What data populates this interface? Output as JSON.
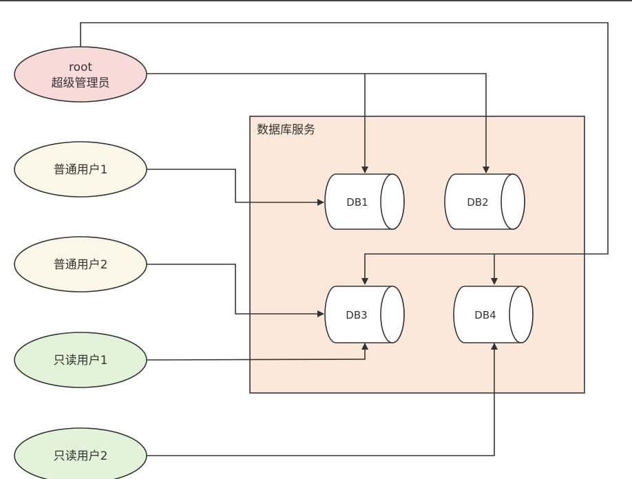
{
  "diagram": {
    "container": {
      "title": "数据库服务",
      "fill": "#fbe8da"
    },
    "actors": [
      {
        "id": "root",
        "lines": [
          "root",
          "超级管理员"
        ],
        "fill": "#f8dad9"
      },
      {
        "id": "user1",
        "lines": [
          "普通用户1"
        ],
        "fill": "#fbf7e8"
      },
      {
        "id": "user2",
        "lines": [
          "普通用户2"
        ],
        "fill": "#fbf7e8"
      },
      {
        "id": "ro1",
        "lines": [
          "只读用户1"
        ],
        "fill": "#e2f3d9"
      },
      {
        "id": "ro2",
        "lines": [
          "只读用户2"
        ],
        "fill": "#e2f3d9"
      }
    ],
    "databases": [
      {
        "id": "db1",
        "label": "DB1"
      },
      {
        "id": "db2",
        "label": "DB2"
      },
      {
        "id": "db3",
        "label": "DB3"
      },
      {
        "id": "db4",
        "label": "DB4"
      }
    ],
    "edges": [
      {
        "from": "root",
        "to": "db1"
      },
      {
        "from": "root",
        "to": "db2"
      },
      {
        "from": "root",
        "to": "db3"
      },
      {
        "from": "root",
        "to": "db4"
      },
      {
        "from": "user1",
        "to": "db1"
      },
      {
        "from": "user2",
        "to": "db3"
      },
      {
        "from": "ro1",
        "to": "db3"
      },
      {
        "from": "ro2",
        "to": "db4"
      }
    ],
    "colors": {
      "stroke": "#333333",
      "db_fill": "#ffffff"
    }
  }
}
